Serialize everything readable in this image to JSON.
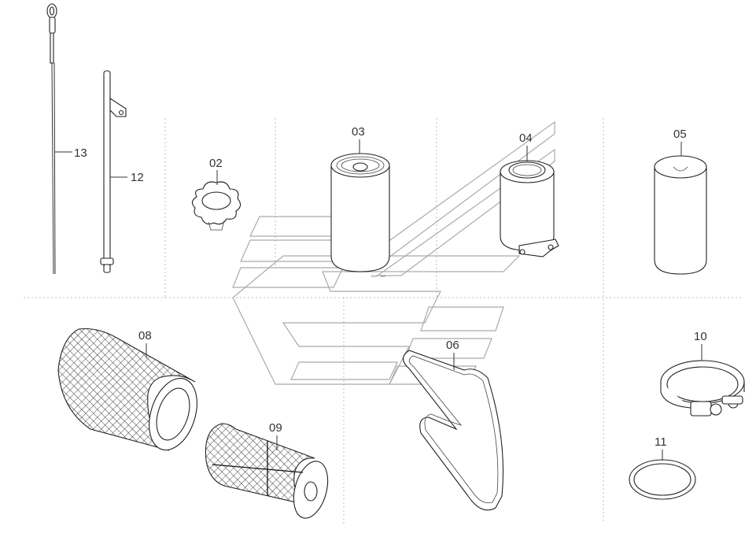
{
  "parts": [
    {
      "id": "dipstick",
      "label": "13",
      "icon": "dipstick-icon"
    },
    {
      "id": "dipstick-tube",
      "label": "12",
      "icon": "dipstick-tube-icon"
    },
    {
      "id": "filler-cap",
      "label": "02",
      "icon": "filler-cap-icon"
    },
    {
      "id": "oil-filter",
      "label": "03",
      "icon": "oil-filter-icon"
    },
    {
      "id": "fuel-filter",
      "label": "04",
      "icon": "fuel-filter-icon"
    },
    {
      "id": "filter-element",
      "label": "05",
      "icon": "filter-element-icon"
    },
    {
      "id": "air-filter-outer",
      "label": "08",
      "icon": "air-filter-icon"
    },
    {
      "id": "air-filter-inner",
      "label": "09",
      "icon": "air-filter-inner-icon"
    },
    {
      "id": "drive-belt",
      "label": "06",
      "icon": "belt-icon"
    },
    {
      "id": "hose-clamp",
      "label": "10",
      "icon": "clamp-icon"
    },
    {
      "id": "seal-ring",
      "label": "11",
      "icon": "seal-ring-icon"
    }
  ],
  "filter_print": {
    "line1": "ENT",
    "line2": "5M"
  },
  "watermark": {
    "icon": "brand-logo-watermark"
  }
}
